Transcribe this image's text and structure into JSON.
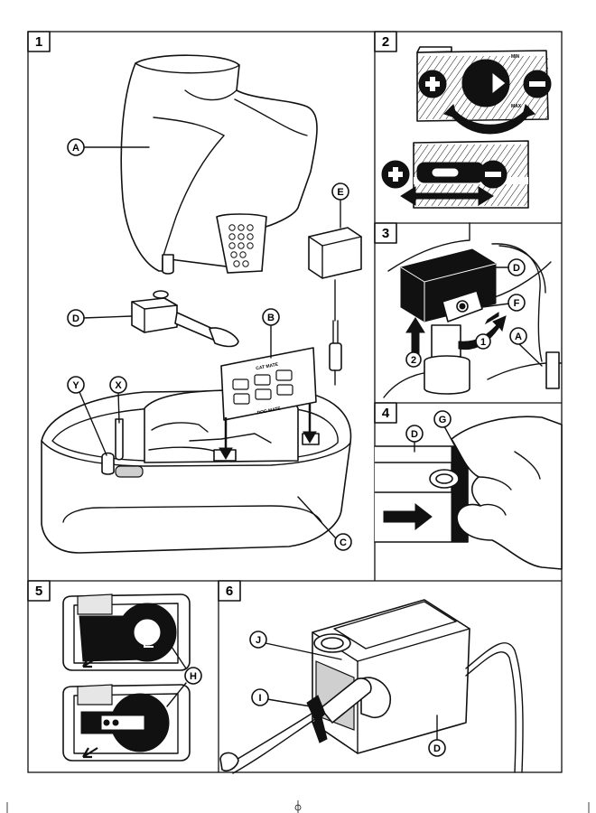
{
  "panels": [
    {
      "number": "1"
    },
    {
      "number": "2"
    },
    {
      "number": "3"
    },
    {
      "number": "4"
    },
    {
      "number": "5"
    },
    {
      "number": "6"
    }
  ],
  "callouts": {
    "A": "A",
    "B": "B",
    "C": "C",
    "D": "D",
    "E": "E",
    "F": "F",
    "G": "G",
    "H": "H",
    "I": "I",
    "J": "J",
    "X": "X",
    "Y": "Y"
  },
  "step_numbers": {
    "one": "1",
    "two": "2"
  },
  "dial_marks": {
    "min": "MIN",
    "max": "MAX"
  },
  "filter_text": {
    "top": "CAT MATE",
    "bottom": "DOG MATE"
  }
}
